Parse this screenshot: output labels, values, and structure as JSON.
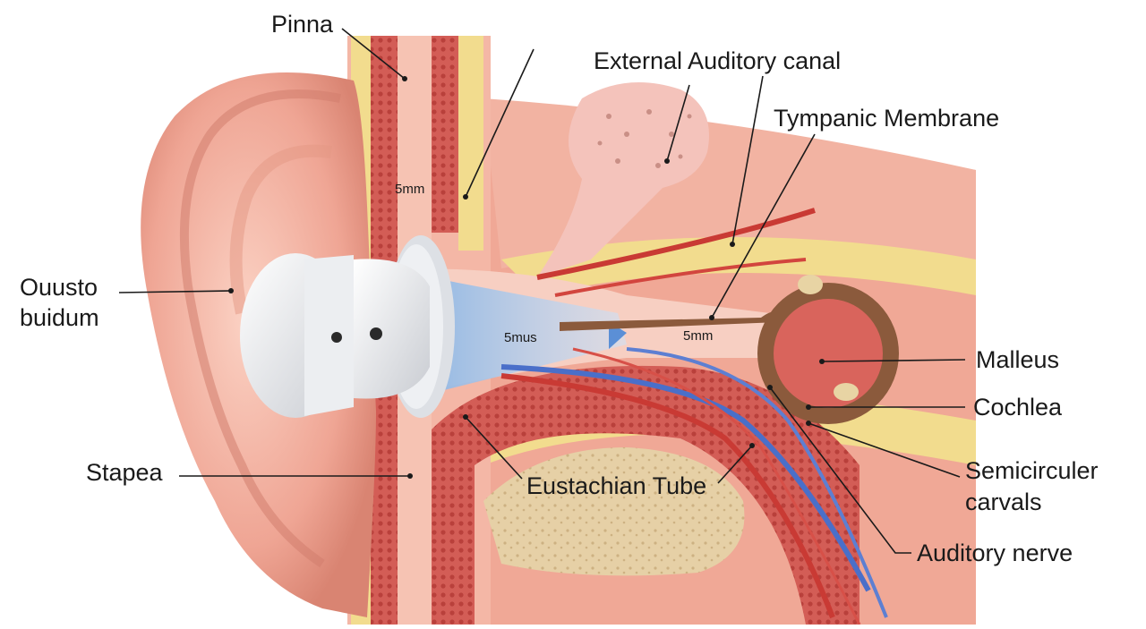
{
  "labels": {
    "pinna": "Pinna",
    "external_canal": "External Auditory canal",
    "tympanic": "Tympanic Membrane",
    "ouusto_line1": "Ouusto",
    "ouusto_line2": "buidum",
    "malleus": "Malleus",
    "cochlea": "Cochlea",
    "semicirc_line1": "Semicirculer",
    "semicirc_line2": "carvals",
    "stapea": "Stapea",
    "eustachian": "Eustachian Tube",
    "auditory_nerve": "Auditory nerve"
  },
  "measurements": {
    "upper": "5mm",
    "canal": "5mus",
    "middle": "5mm"
  },
  "colors": {
    "skin": "#efa594",
    "skin_light": "#f8c8b8",
    "fat": "#f2dc8e",
    "muscle": "#d9645c",
    "bone": "#e9d6b0",
    "vessel_red": "#c93a34",
    "vessel_blue": "#4a6fc9",
    "sound": "#9ec3ea",
    "ossicle": "#8b5a3c",
    "earbud": "#eef0f3"
  }
}
